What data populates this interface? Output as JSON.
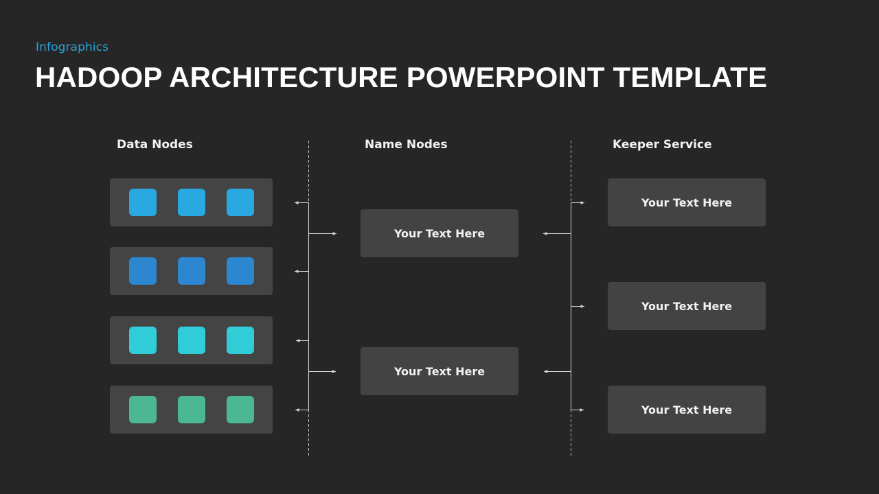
{
  "header": {
    "subtitle": "Infographics",
    "title": "HADOOP ARCHITECTURE POWERPOINT TEMPLATE"
  },
  "columns": {
    "data_nodes": "Data Nodes",
    "name_nodes": "Name Nodes",
    "keeper_service": "Keeper Service"
  },
  "data_node_rows": [
    {
      "color": "#29a8e2"
    },
    {
      "color": "#2d86d0"
    },
    {
      "color": "#30ccd8"
    },
    {
      "color": "#4cb795"
    }
  ],
  "name_nodes": [
    {
      "label": "Your Text Here"
    },
    {
      "label": "Your Text Here"
    }
  ],
  "keeper_nodes": [
    {
      "label": "Your Text Here"
    },
    {
      "label": "Your Text Here"
    },
    {
      "label": "Your Text Here"
    }
  ],
  "colors": {
    "background": "#262626",
    "box": "#444444",
    "accent": "#2aa3d8",
    "connector": "#d9d9d9"
  }
}
